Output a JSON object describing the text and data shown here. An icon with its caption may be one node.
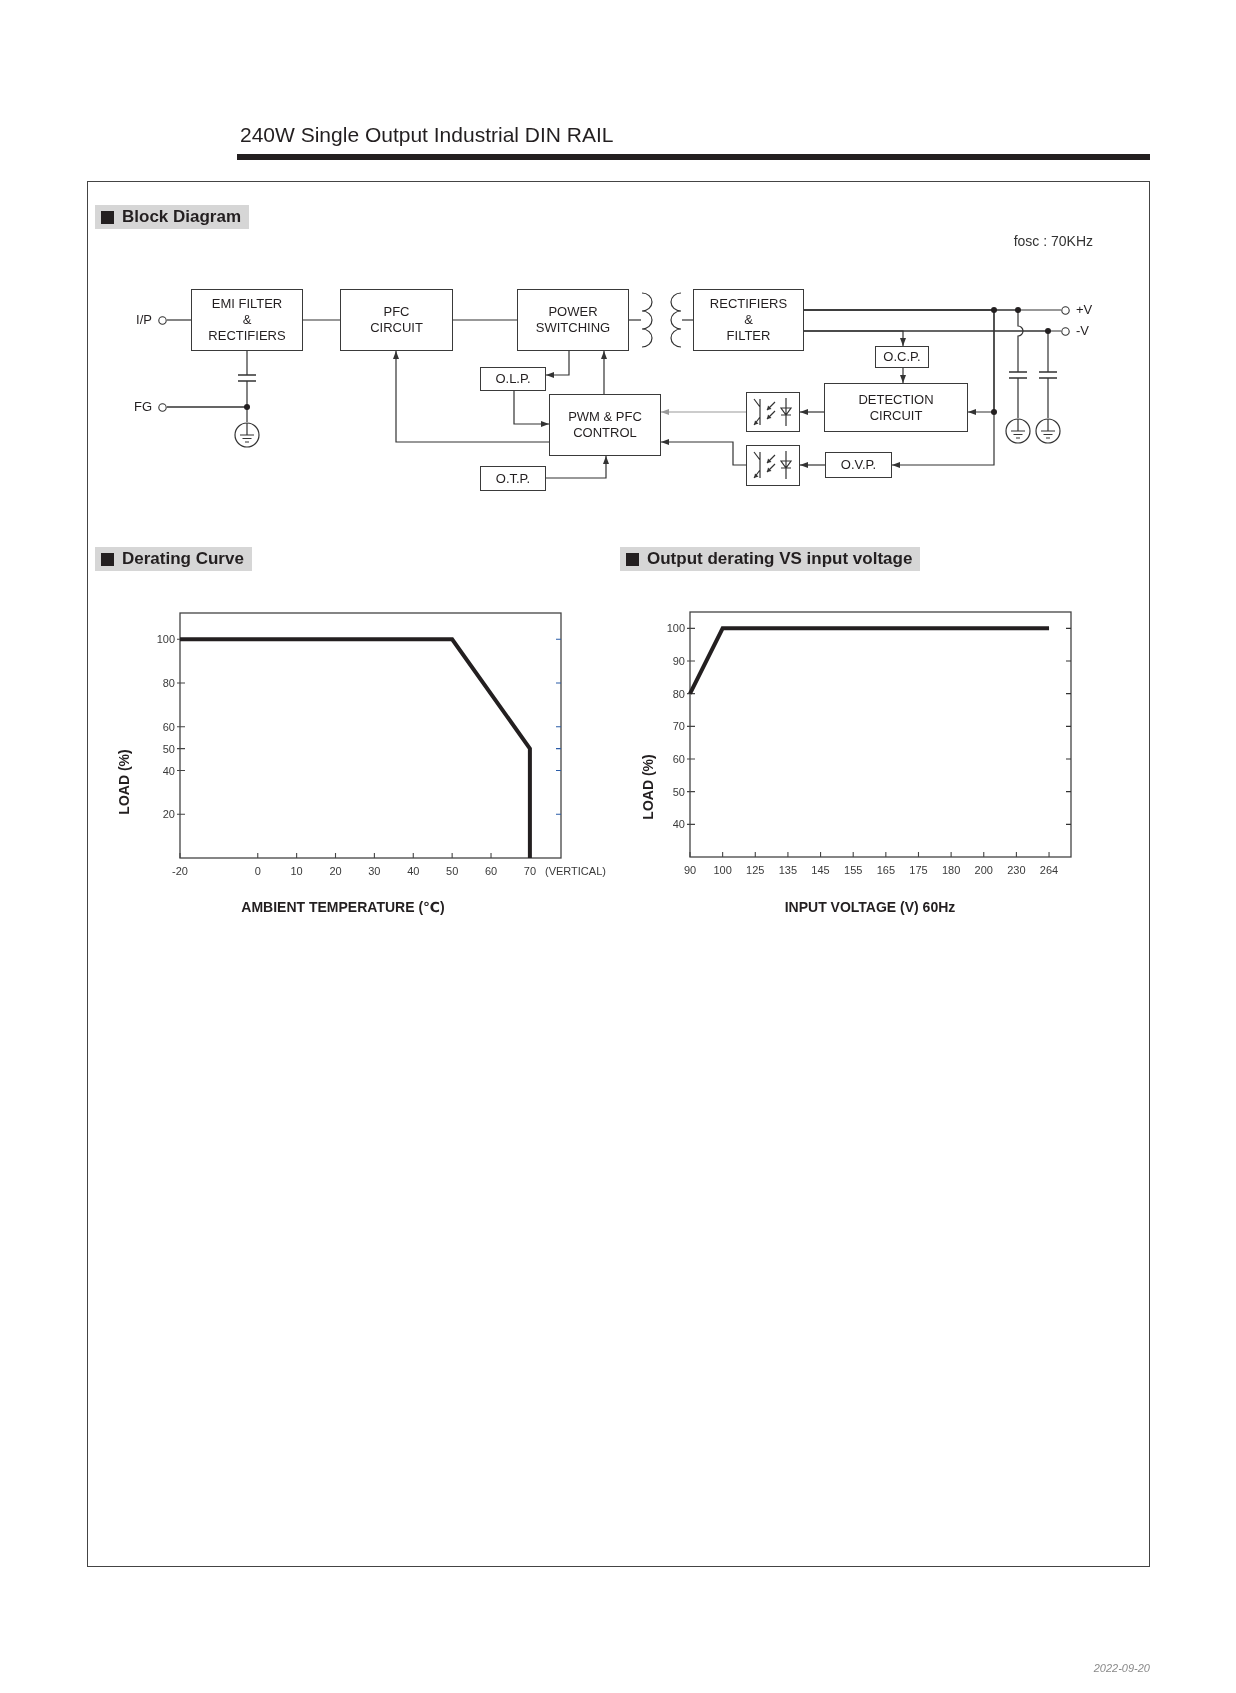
{
  "diagram": {
    "title": "240W Single Output Industrial DIN RAIL",
    "nodes": [
      {
        "text": [
          "I/P"
        ]
      },
      {
        "text": [
          "EMI FILTER & RECTIFIERS"
        ]
      },
      {
        "text": [
          "PFC CIRCUIT"
        ]
      },
      {
        "text": [
          "POWER SWITCHING"
        ]
      },
      {
        "text": [],
        "shape": "picture"
      },
      {
        "text": [
          "RECTIFIERS & FILTER"
        ]
      },
      {
        "text": [
          "+V"
        ]
      },
      {
        "text": [
          "-V"
        ]
      },
      {
        "text": [
          "O.C.P."
        ]
      },
      {
        "text": [
          "O.L.P."
        ]
      },
      {
        "text": [
          "FG"
        ]
      },
      {
        "text": [
          "PWM & PFC CONTROL"
        ]
      },
      {
        "text": [],
        "shape": "box"
      },
      {
        "text": [
          "DETECTION CIRCUIT"
        ]
      },
      {
        "text": [],
        "shape": "circle"
      },
      {
        "text": [],
        "shape": "circle"
      },
      {
        "text": [],
        "shape": "circle"
      },
      {
        "text": [
          "O.T.P."
        ]
      },
      {
        "text": [],
        "shape": "box"
      },
      {
        "text": [
          "O.V.P."
        ]
      }
    ],
    "edges": [
      {
        "from": 0,
        "to": 1,
        "arrow": "none"
      },
      {
        "from": 1,
        "to": 2,
        "arrow": "none"
      },
      {
        "from": 2,
        "to": 3,
        "arrow": "none"
      },
      {
        "from": 3,
        "to": 4,
        "arrow": "none"
      },
      {
        "from": 4,
        "to": 5,
        "arrow": "none"
      },
      {
        "from": 5,
        "to": 6,
        "arrow": "none"
      },
      {
        "from": 5,
        "to": 7,
        "arrow": "none"
      },
      {
        "from": 5,
        "to": 8,
        "arrow": "to"
      },
      {
        "from": 8,
        "to": 13,
        "arrow": "to"
      },
      {
        "from": 5,
        "to": 13,
        "arrow": "to"
      },
      {
        "from": 5,
        "to": 19,
        "arrow": "to"
      },
      {
        "from": 13,
        "to": 12,
        "arrow": "to"
      },
      {
        "from": 12,
        "to": 11,
        "arrow": "to",
        "color": "#9a9a9a"
      },
      {
        "from": 19,
        "to": 18,
        "arrow": "to"
      },
      {
        "from": 18,
        "to": 11,
        "arrow": "to"
      },
      {
        "from": 11,
        "to": 3,
        "arrow": "to"
      },
      {
        "from": 3,
        "to": 9,
        "arrow": "to"
      },
      {
        "from": 9,
        "to": 11,
        "arrow": "to"
      },
      {
        "from": 11,
        "to": 2,
        "arrow": "to"
      },
      {
        "from": 17,
        "to": 11,
        "arrow": "to"
      },
      {
        "from": 10,
        "to": 1,
        "arrow": "none"
      },
      {
        "from": 10,
        "to": 14,
        "arrow": "none"
      },
      {
        "from": 5,
        "to": 15,
        "arrow": "none"
      },
      {
        "from": 5,
        "to": 16,
        "arrow": "none"
      }
    ],
    "labels": [
      "Block Diagram",
      "fosc : 70KHz",
      "2022-09-20"
    ],
    "chart_data": [
      {
        "type": "line",
        "title": "Derating Curve",
        "xlabel": "AMBIENT TEMPERATURE (℃)",
        "ylabel": "LOAD (%)",
        "x": [
          -20,
          50,
          70,
          70
        ],
        "series": [
          {
            "color": "#231f20",
            "values": [
              100,
              100,
              50,
              0
            ]
          }
        ],
        "xlim": [
          -20,
          78
        ],
        "ylim": [
          0,
          112
        ],
        "xticks": [
          -20,
          0,
          10,
          20,
          30,
          40,
          50,
          60,
          70
        ],
        "yticks": [
          20,
          40,
          50,
          60,
          80,
          100
        ],
        "annotations": [
          "(VERTICAL)"
        ]
      },
      {
        "type": "line",
        "title": "Output derating VS input voltage",
        "xlabel": "INPUT VOLTAGE (V) 60Hz",
        "ylabel": "LOAD (%)",
        "categories": [
          "90",
          "100",
          "125",
          "135",
          "145",
          "155",
          "165",
          "175",
          "180",
          "200",
          "230",
          "264"
        ],
        "series": [
          {
            "color": "#231f20",
            "values": [
              80,
              100,
              100,
              100,
              100,
              100,
              100,
              100,
              100,
              100,
              100,
              100
            ]
          }
        ],
        "ylim": [
          30,
          105
        ],
        "yticks": [
          40,
          50,
          60,
          70,
          80,
          90,
          100
        ]
      }
    ]
  }
}
